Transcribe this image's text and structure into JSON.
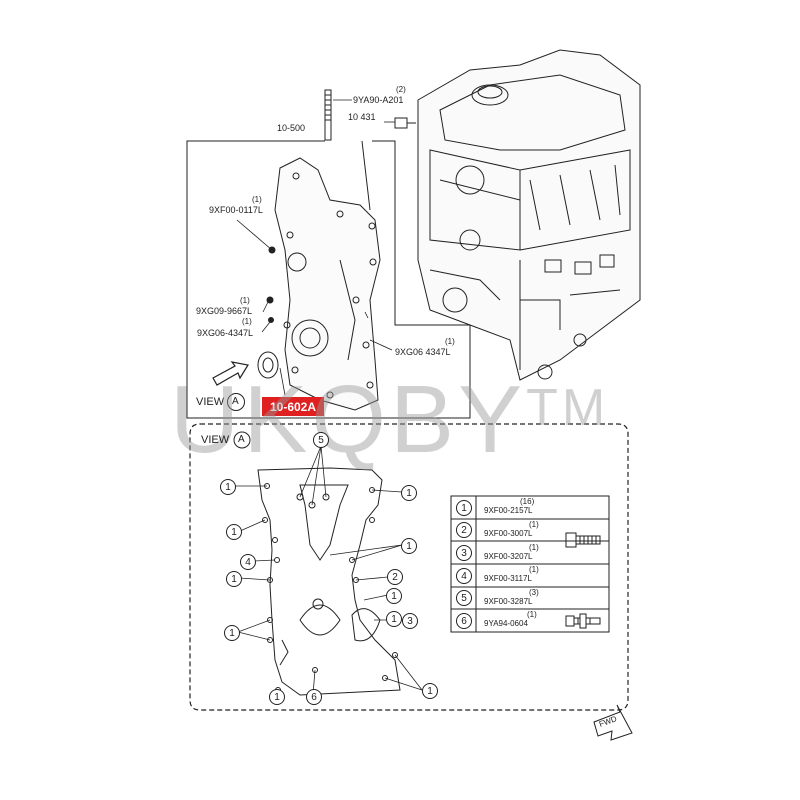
{
  "upper": {
    "assembly_label": "10-500",
    "top_part": {
      "qty": "(2)",
      "number": "9YA90-A201"
    },
    "sensor_part": {
      "number": "10 431"
    },
    "left_parts": [
      {
        "qty": "(1)",
        "number": "9XF00-0117L"
      },
      {
        "qty": "(1)",
        "number": "9XG09-9667L"
      },
      {
        "qty": "(1)",
        "number": "9XG06-4347L"
      }
    ],
    "right_part": {
      "qty": "(1)",
      "number": "9XG06 4347L"
    },
    "view_label": "VIEW",
    "view_letter": "A",
    "highlight_part": "10-602A"
  },
  "watermark": {
    "text": "UKQBY",
    "tm": "TM"
  },
  "view_a": {
    "title": "VIEW",
    "letter": "A",
    "callouts": [
      "1",
      "1",
      "1",
      "4",
      "1",
      "1",
      "1",
      "1",
      "1",
      "1",
      "5",
      "1",
      "2",
      "1",
      "3",
      "1",
      "6"
    ],
    "fwd_label": "FWD"
  },
  "legend": [
    {
      "num": "1",
      "qty": "(16)",
      "part": "9XF00-2157L"
    },
    {
      "num": "2",
      "qty": "(1)",
      "part": "9XF00-3007L"
    },
    {
      "num": "3",
      "qty": "(1)",
      "part": "9XF00-3207L"
    },
    {
      "num": "4",
      "qty": "(1)",
      "part": "9XF00-3117L"
    },
    {
      "num": "5",
      "qty": "(3)",
      "part": "9XF00-3287L"
    },
    {
      "num": "6",
      "qty": "(1)",
      "part": "9YA94-0604"
    }
  ],
  "colors": {
    "highlight": "#e02020",
    "line": "#222222",
    "watermark": "#969696"
  }
}
